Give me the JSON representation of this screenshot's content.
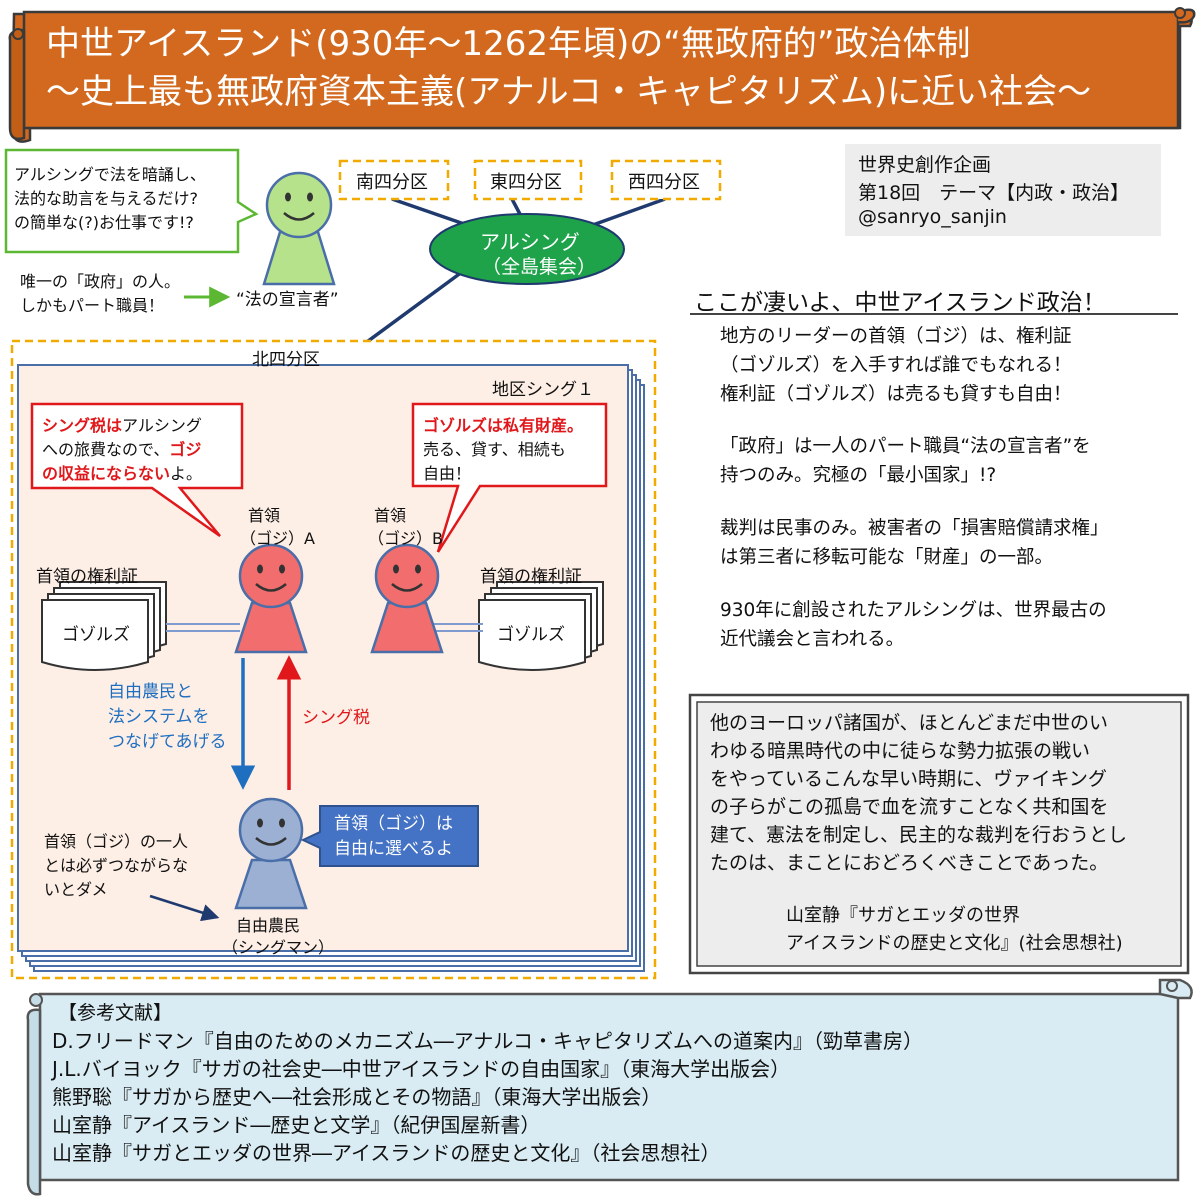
{
  "title": {
    "line1": "中世アイスランド(930年～1262年頃)の“無政府的”政治体制",
    "line2": "～史上最も無政府資本主義(アナルコ・キャピタリズム)に近い社会～"
  },
  "credit": {
    "line1": "世界史創作企画",
    "line2": "第18回　テーマ【内政・政治】",
    "line3": "@sanryo_sanjin"
  },
  "districts": {
    "south": "南四分区",
    "east": "東四分区",
    "west": "西四分区",
    "north": "北四分区"
  },
  "althing": {
    "line1": "アルシング",
    "line2": "（全島集会）"
  },
  "lawspeaker": {
    "speech": [
      "アルシングで法を暗誦し、",
      "法的な助言を与えるだけ?",
      "の簡単な(?)お仕事です!?"
    ],
    "note": [
      "唯一の「政府」の人。",
      "しかもパート職員！"
    ],
    "label": "“法の宣言者”"
  },
  "local_thing": "地区シング１",
  "speech_a": {
    "line1_red": "シング税は",
    "line1_rest": "アルシング",
    "line2_a": "への旅費なので、",
    "line2_red": "ゴジ",
    "line3_red": "の収益にならない",
    "line3_rest": "よ。"
  },
  "speech_b": {
    "line1_red": "ゴゾルズは私有財産。",
    "line2": "売る、貸す、相続も",
    "line3": "自由！"
  },
  "goði_a": {
    "line1": "首領",
    "line2": "（ゴジ）A"
  },
  "goði_b": {
    "line1": "首領",
    "line2": "（ゴジ）B"
  },
  "certificate": {
    "label": "首領の権利証",
    "doc": "ゴゾルズ"
  },
  "arrows": {
    "down_label": [
      "自由農民と",
      "法システムを",
      "つなげてあげる"
    ],
    "up_label": "シング税"
  },
  "farmer": {
    "speech": [
      "首領（ゴジ）は",
      "自由に選べるよ"
    ],
    "note": [
      "首領（ゴジ）の一人",
      "とは必ずつながらな",
      "いとダメ"
    ],
    "label1": "自由農民",
    "label2": "（シングマン）"
  },
  "highlights": {
    "heading": "ここが凄いよ、中世アイスランド政治！",
    "lines": [
      "地方のリーダーの首領（ゴジ）は、権利証",
      "（ゴゾルズ）を入手すれば誰でもなれる！",
      "権利証（ゴゾルズ）は売るも貸すも自由！",
      "",
      "「政府」は一人のパート職員“法の宣言者”を",
      "持つのみ。究極の「最小国家」!?",
      "",
      "裁判は民事のみ。被害者の「損害賠償請求権」",
      "は第三者に移転可能な「財産」の一部。",
      "",
      "930年に創設されたアルシングは、世界最古の",
      "近代議会と言われる。"
    ]
  },
  "quote": {
    "lines": [
      "他のヨーロッパ諸国が、ほとんどまだ中世のい",
      "わゆる暗黒時代の中に徒らな勢力拡張の戦い",
      "をやっているこんな早い時期に、ヴァイキング",
      "の子らがこの孤島で血を流すことなく共和国を",
      "建て、憲法を制定し、民主的な裁判を行おうとし",
      "たのは、まことにおどろくべきことであった。"
    ],
    "source1": "山室静『サガとエッダの世界",
    "source2": "アイスランドの歴史と文化』(社会思想社)"
  },
  "references": {
    "heading": "【参考文献】",
    "items": [
      "D.フリードマン『自由のためのメカニズム―アナルコ・キャピタリズムへの道案内』（勁草書房）",
      "J.L.バイヨック『サガの社会史―中世アイスランドの自由国家』（東海大学出版会）",
      "熊野聡『サガから歴史へ―社会形成とその物語』（東海大学出版会）",
      "山室静『アイスランド―歴史と文学』（紀伊国屋新書）",
      "山室静『サガとエッダの世界―アイスランドの歴史と文化』（社会思想社）"
    ]
  },
  "colors": {
    "title_fill": "#d2691e",
    "person_red": "#f26d6d",
    "person_green": "#b5e28a",
    "person_blue": "#9bb0d3",
    "althing_green": "#1ea34a",
    "district_dash": "#f2a900",
    "local_fill": "#fdeee6",
    "refs_fill": "#d9ecf3",
    "credit_fill": "#ededed"
  }
}
